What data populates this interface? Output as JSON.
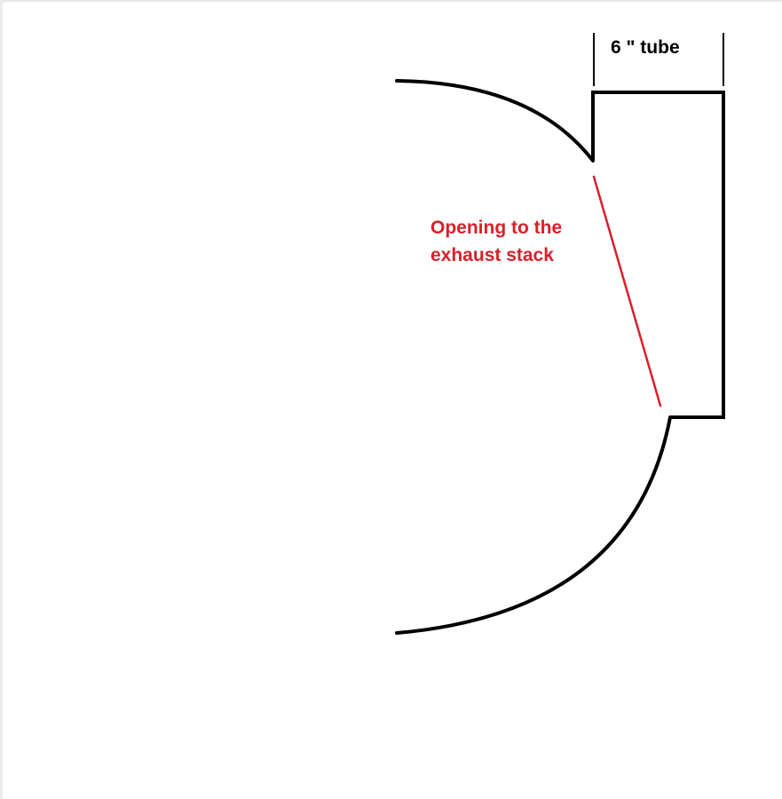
{
  "labels": {
    "tube": "6 \" tube",
    "opening_line1": "Opening to the",
    "opening_line2": "exhaust stack"
  },
  "colors": {
    "outline": "#000000",
    "opening": "#d9202a",
    "background": "#ffffff"
  }
}
